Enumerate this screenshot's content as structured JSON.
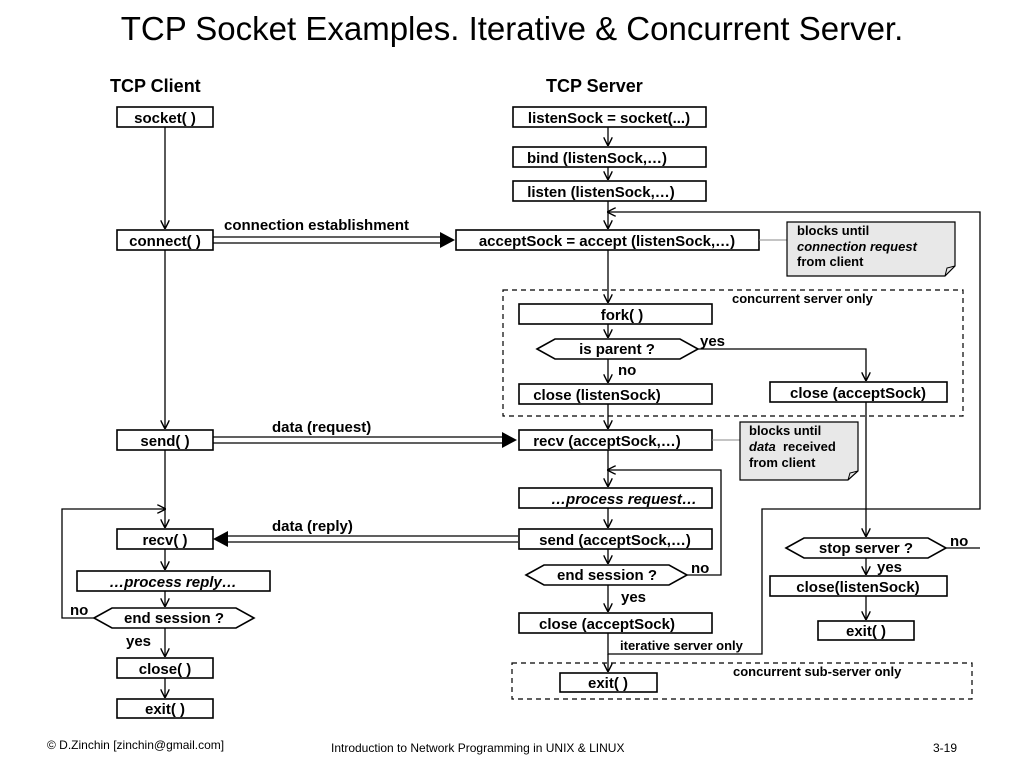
{
  "title": "TCP Socket Examples. Iterative & Concurrent Server.",
  "client": {
    "heading": "TCP Client",
    "socket": "socket( )",
    "connect": "connect( )",
    "send": "send( )",
    "recv": "recv( )",
    "process_reply": "…process reply…",
    "end_session": "end session ?",
    "close": "close( )",
    "exit": "exit( )",
    "no": "no",
    "yes": "yes"
  },
  "server": {
    "heading": "TCP Server",
    "listen_socket": "listenSock = socket(...)",
    "bind": "bind (listenSock,…)",
    "listen": "listen (listenSock,…)",
    "accept": "acceptSock = accept (listenSock,…)",
    "fork": "fork( )",
    "is_parent": "is parent ?",
    "close_listen": "close (listenSock)",
    "close_accept_parent": "close (acceptSock)",
    "recv": "recv (acceptSock,…)",
    "process_request": "…process request…",
    "send": "send (acceptSock,…)",
    "end_session": "end session ?",
    "close_accept": "close (acceptSock)",
    "exit": "exit( )",
    "stop_server": "stop server ?",
    "close_listen_final": "close(listenSock)",
    "exit_final": "exit( )",
    "yes_fork": "yes",
    "no_fork": "no",
    "no_session": "no",
    "yes_session": "yes",
    "no_stop": "no",
    "yes_stop": "yes"
  },
  "links": {
    "connection": "connection establishment",
    "data_request": "data  (request)",
    "data_reply": "data  (reply)"
  },
  "notes": {
    "accept_note_1": "blocks until",
    "accept_note_2": "connection request",
    "accept_note_3": "from client",
    "recv_note_1": "blocks until",
    "recv_note_2": "data",
    "recv_note_3": "received",
    "recv_note_4": "from client"
  },
  "regions": {
    "concurrent_server": "concurrent server only",
    "iterative_server": "iterative server only",
    "concurrent_sub_server": "concurrent sub-server only"
  },
  "footer": {
    "author": "© D.Zinchin [zinchin@gmail.com]",
    "course": "Introduction to Network Programming in UNIX & LINUX",
    "page": "3-19"
  }
}
